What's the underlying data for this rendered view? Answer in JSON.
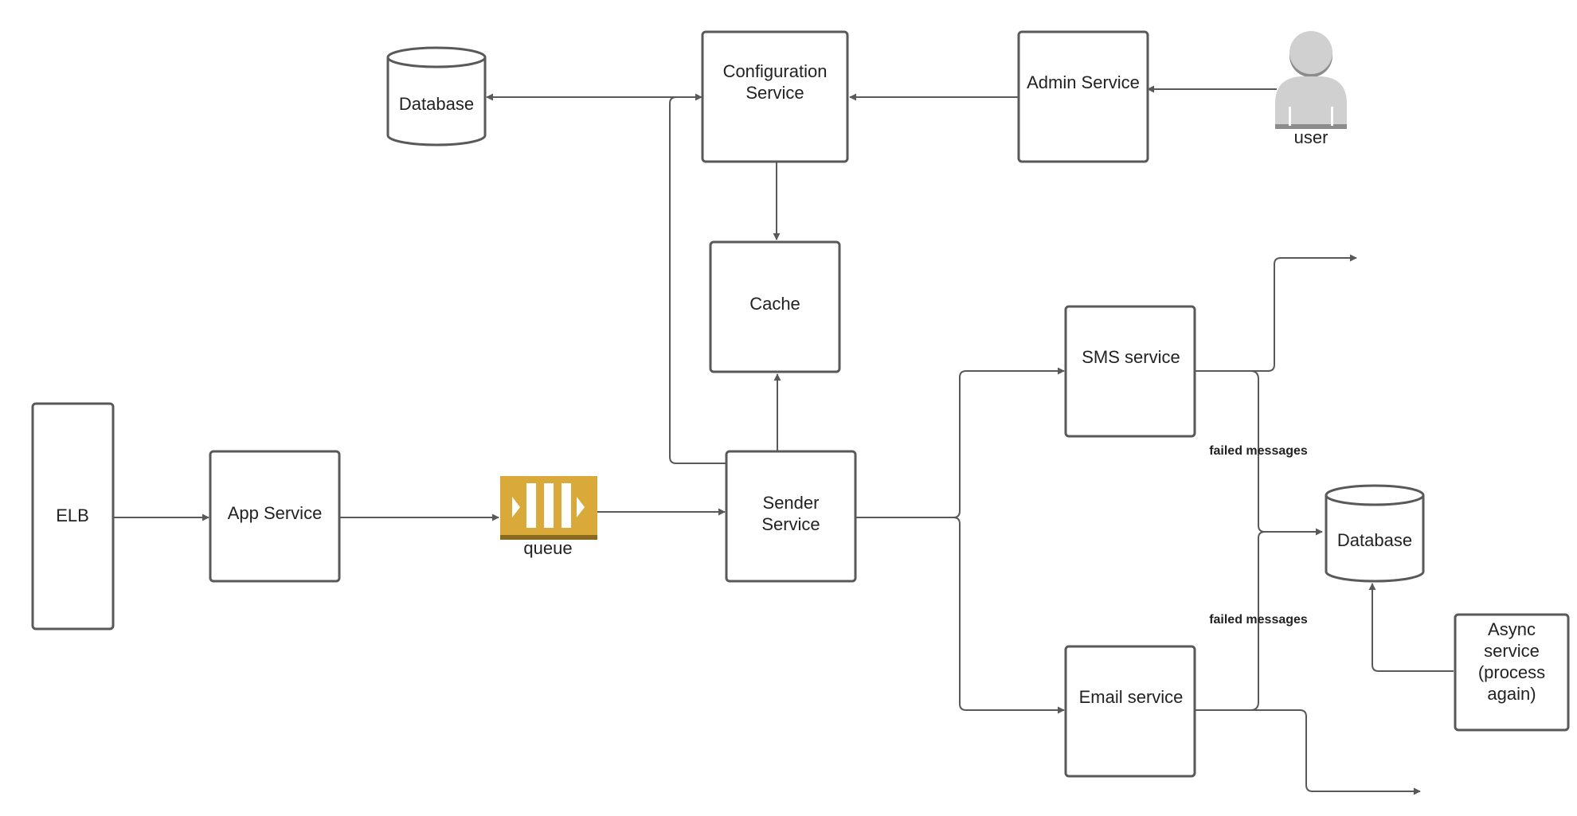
{
  "colors": {
    "stroke": "#595959",
    "queue_fill": "#D9A93A",
    "queue_shadow": "#8A6A1E",
    "user_fill": "#D0D0D0",
    "user_shadow": "#8C8C8C"
  },
  "nodes": {
    "elb": "ELB",
    "app_service": "App Service",
    "queue": "queue",
    "sender_service": [
      "Sender",
      "Service"
    ],
    "cache": "Cache",
    "configuration_service": [
      "Configuration",
      "Service"
    ],
    "admin_service": "Admin Service",
    "user": "user",
    "database_top": "Database",
    "sms_service": "SMS service",
    "email_service": "Email service",
    "database_right": "Database",
    "async_service": [
      "Async",
      "service",
      "(process",
      "again)"
    ]
  },
  "edge_labels": {
    "sms_failed": "failed messages",
    "email_failed": "failed messages"
  },
  "icons": {
    "queue": "queue-icon",
    "user": "user-icon",
    "database": "database-cylinder-icon"
  }
}
